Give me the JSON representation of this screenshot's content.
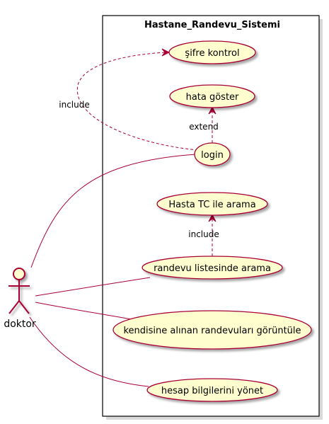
{
  "system": {
    "title": "Hastane_Randevu_Sistemi"
  },
  "actor": {
    "name": "doktor"
  },
  "use_cases": {
    "sifre_kontrol": "şifre kontrol",
    "hata_goster": "hata göster",
    "login": "login",
    "hasta_tc_arama": "Hasta TC ile arama",
    "randevu_listesi": "randevu listesinde arama",
    "kendisine_alinan": "kendisine alınan randevuları görüntüle",
    "hesap_bilgileri": "hesap bilgilerini yönet"
  },
  "relations": {
    "include_login": "include",
    "extend_hata": "extend",
    "include_randevu": "include"
  },
  "colors": {
    "usecase_fill": "#FEFECE",
    "usecase_border": "#A80036",
    "line": "#A80036",
    "system_border": "#000000",
    "shadow": "#C0C0C0"
  }
}
